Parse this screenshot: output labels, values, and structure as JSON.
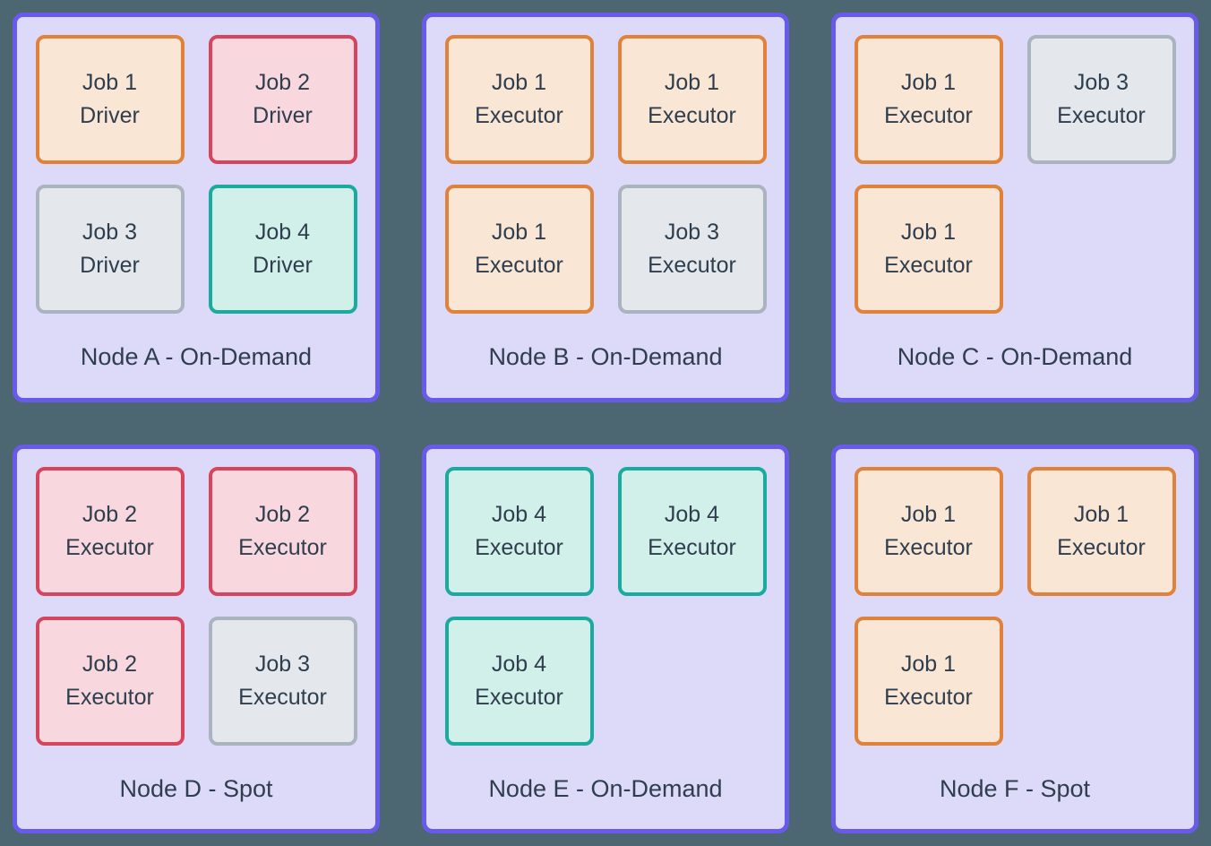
{
  "colors": {
    "background": "#4D6772",
    "node_fill": "#DDD9F9",
    "node_border": "#685AEB",
    "text": "#2F3E4E",
    "job_types": {
      "job1": {
        "border": "#E0823C",
        "fill": "#FAE6D4"
      },
      "job2": {
        "border": "#D5455E",
        "fill": "#F8D8DE"
      },
      "job3": {
        "border": "#AAB4BE",
        "fill": "#E4E8EC"
      },
      "job4": {
        "border": "#1AAA9E",
        "fill": "#D2F0EA"
      }
    }
  },
  "nodes": [
    {
      "id": "node-a",
      "label": "Node A - On-Demand",
      "jobs": [
        {
          "name": "Job 1",
          "role": "Driver",
          "type": "job1"
        },
        {
          "name": "Job 2",
          "role": "Driver",
          "type": "job2"
        },
        {
          "name": "Job 3",
          "role": "Driver",
          "type": "job3"
        },
        {
          "name": "Job 4",
          "role": "Driver",
          "type": "job4"
        }
      ]
    },
    {
      "id": "node-b",
      "label": "Node B - On-Demand",
      "jobs": [
        {
          "name": "Job 1",
          "role": "Executor",
          "type": "job1"
        },
        {
          "name": "Job 1",
          "role": "Executor",
          "type": "job1"
        },
        {
          "name": "Job 1",
          "role": "Executor",
          "type": "job1"
        },
        {
          "name": "Job 3",
          "role": "Executor",
          "type": "job3"
        }
      ]
    },
    {
      "id": "node-c",
      "label": "Node C - On-Demand",
      "jobs": [
        {
          "name": "Job 1",
          "role": "Executor",
          "type": "job1"
        },
        {
          "name": "Job 3",
          "role": "Executor",
          "type": "job3"
        },
        {
          "name": "Job 1",
          "role": "Executor",
          "type": "job1"
        }
      ]
    },
    {
      "id": "node-d",
      "label": "Node D - Spot",
      "jobs": [
        {
          "name": "Job 2",
          "role": "Executor",
          "type": "job2"
        },
        {
          "name": "Job 2",
          "role": "Executor",
          "type": "job2"
        },
        {
          "name": "Job 2",
          "role": "Executor",
          "type": "job2"
        },
        {
          "name": "Job 3",
          "role": "Executor",
          "type": "job3"
        }
      ]
    },
    {
      "id": "node-e",
      "label": "Node E - On-Demand",
      "jobs": [
        {
          "name": "Job 4",
          "role": "Executor",
          "type": "job4"
        },
        {
          "name": "Job 4",
          "role": "Executor",
          "type": "job4"
        },
        {
          "name": "Job 4",
          "role": "Executor",
          "type": "job4"
        }
      ]
    },
    {
      "id": "node-f",
      "label": "Node F - Spot",
      "jobs": [
        {
          "name": "Job 1",
          "role": "Executor",
          "type": "job1"
        },
        {
          "name": "Job 1",
          "role": "Executor",
          "type": "job1"
        },
        {
          "name": "Job 1",
          "role": "Executor",
          "type": "job1"
        }
      ]
    }
  ]
}
